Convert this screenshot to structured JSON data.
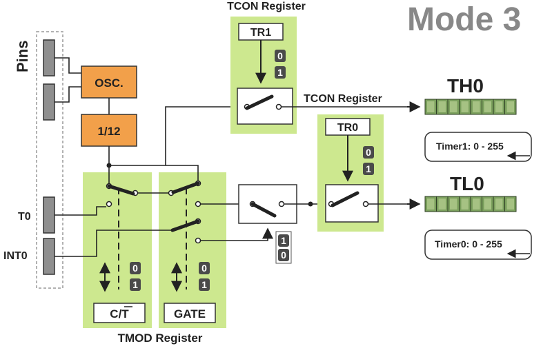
{
  "title": "Mode 3",
  "pins_label": "Pins",
  "osc_label": "OSC.",
  "div_label": "1/12",
  "t0_label": "T0",
  "int0_label": "INT0",
  "tcon_top_label": "TCON Register",
  "tcon_mid_label": "TCON Register",
  "tmod_label": "TMOD Register",
  "tr1_label": "TR1",
  "tr0_label": "TR0",
  "ct_label": "C/T",
  "gate_label": "GATE",
  "th0_label": "TH0",
  "tl0_label": "TL0",
  "timer1_range": "Timer1: 0 - 255",
  "timer0_range": "Timer0: 0 - 255",
  "bit_zero": "0",
  "bit_one": "1",
  "colors": {
    "green_panel": "#cde88f",
    "orange_box": "#f2a04a",
    "pin_grey": "#8f8f8f",
    "register_green": "#7a9f5c",
    "bit_badge": "#4a4a4a",
    "title_grey": "#888888"
  }
}
